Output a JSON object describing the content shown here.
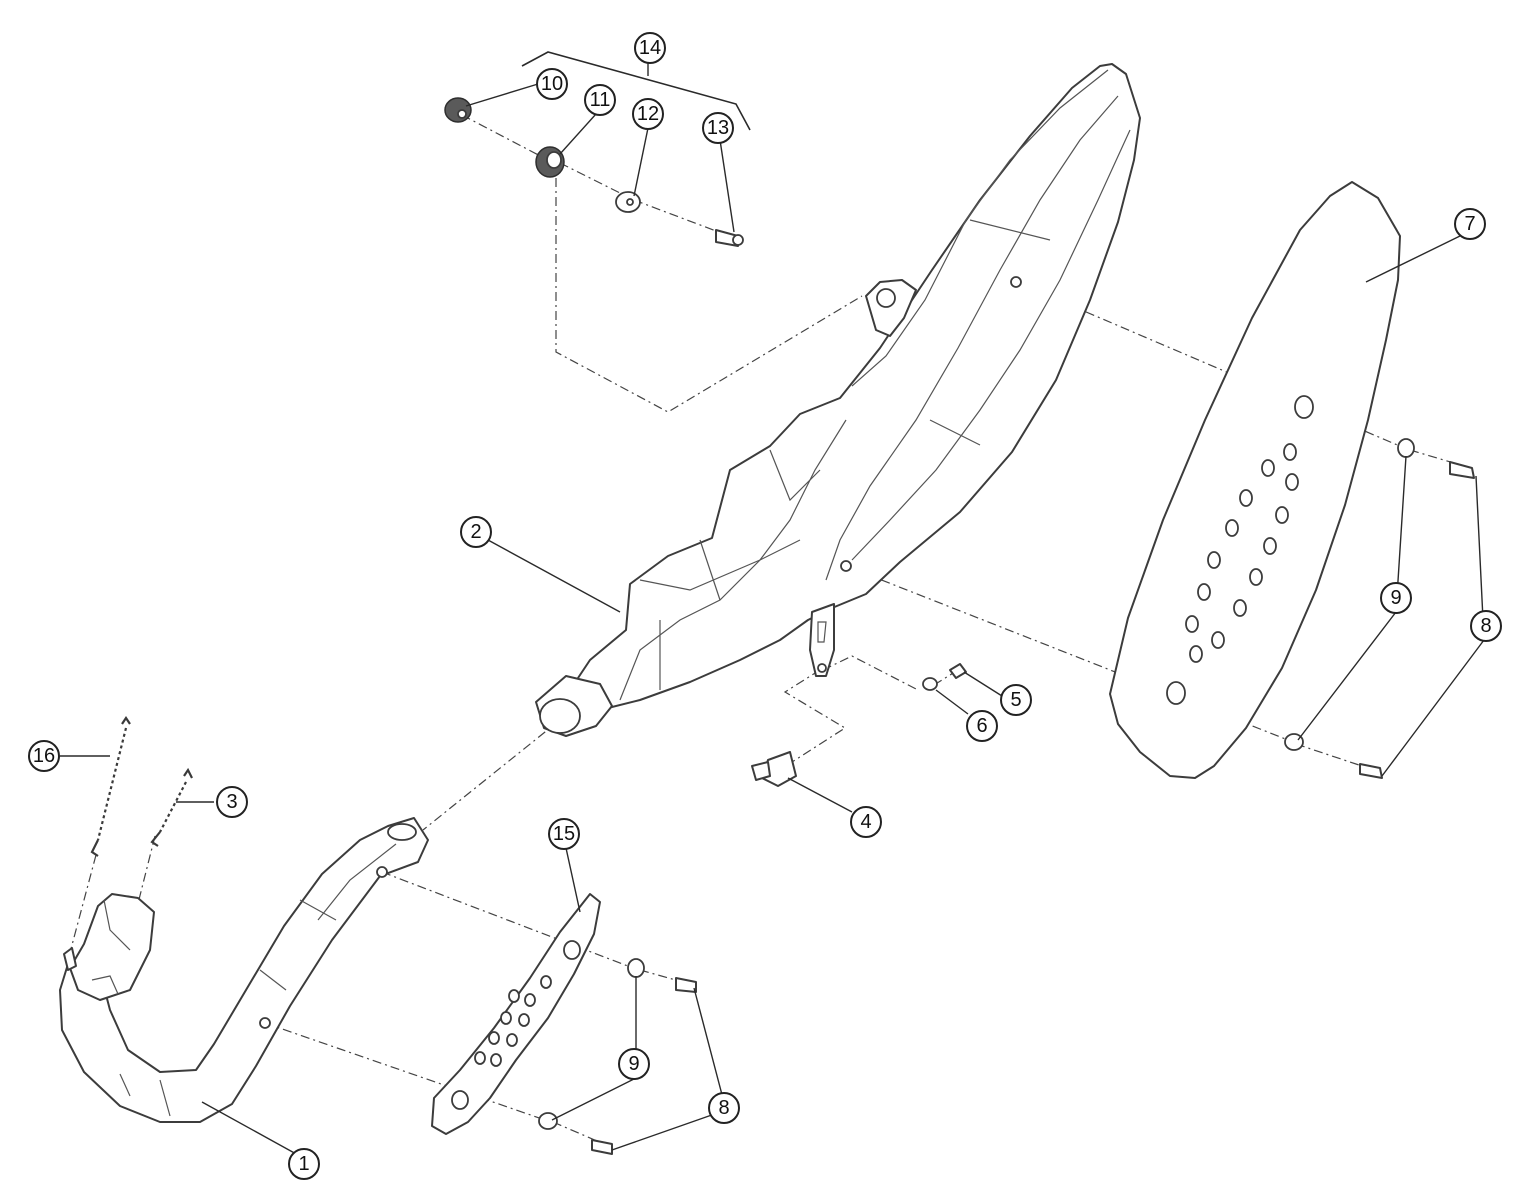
{
  "callouts": [
    {
      "id": "callout-1",
      "label": "1"
    },
    {
      "id": "callout-2",
      "label": "2"
    },
    {
      "id": "callout-3",
      "label": "3"
    },
    {
      "id": "callout-4",
      "label": "4"
    },
    {
      "id": "callout-5",
      "label": "5"
    },
    {
      "id": "callout-6",
      "label": "6"
    },
    {
      "id": "callout-7",
      "label": "7"
    },
    {
      "id": "callout-8a",
      "label": "8"
    },
    {
      "id": "callout-8b",
      "label": "8"
    },
    {
      "id": "callout-9a",
      "label": "9"
    },
    {
      "id": "callout-9b",
      "label": "9"
    },
    {
      "id": "callout-10",
      "label": "10"
    },
    {
      "id": "callout-11",
      "label": "11"
    },
    {
      "id": "callout-12",
      "label": "12"
    },
    {
      "id": "callout-13",
      "label": "13"
    },
    {
      "id": "callout-14",
      "label": "14"
    },
    {
      "id": "callout-15",
      "label": "15"
    },
    {
      "id": "callout-16",
      "label": "16"
    }
  ],
  "colors": {
    "line": "#3c3c3c",
    "background": "#ffffff"
  }
}
